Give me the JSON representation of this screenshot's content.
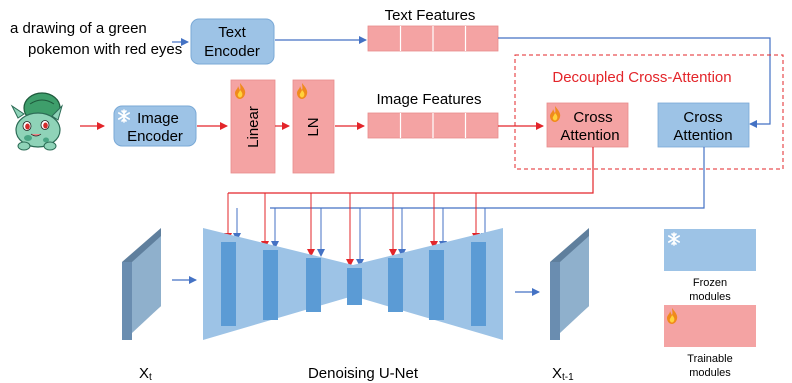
{
  "prompt": {
    "line1": "a drawing of a green",
    "line2": "pokemon with red eyes"
  },
  "text_encoder": {
    "line1": "Text",
    "line2": "Encoder"
  },
  "text_features_label": "Text Features",
  "image_encoder": {
    "line1": "Image",
    "line2": "Encoder"
  },
  "linear_label": "Linear",
  "ln_label": "LN",
  "image_features_label": "Image Features",
  "decoupled_label": "Decoupled Cross-Attention",
  "cross_attention_trainable": {
    "line1": "Cross",
    "line2": "Attention"
  },
  "cross_attention_frozen": {
    "line1": "Cross",
    "line2": "Attention"
  },
  "unet_label": "Denoising U-Net",
  "xt": {
    "base": "X",
    "sub": "t"
  },
  "xt1": {
    "base": "X",
    "sub": "t-1"
  },
  "legend": {
    "frozen": {
      "line1": "Frozen",
      "line2": "modules",
      "icon": "snowflake-icon"
    },
    "trainable": {
      "line1": "Trainable",
      "line2": "modules",
      "icon": "flame-icon"
    }
  },
  "colors": {
    "frozen_fill": "#9dc3e6",
    "trainable_fill": "#f4a3a3",
    "unet_body": "#9dc3e6",
    "unet_block": "#5b9bd5",
    "red_line": "#e3252a",
    "blue_line": "#4472c4",
    "decoupled_text": "#e3252a"
  }
}
